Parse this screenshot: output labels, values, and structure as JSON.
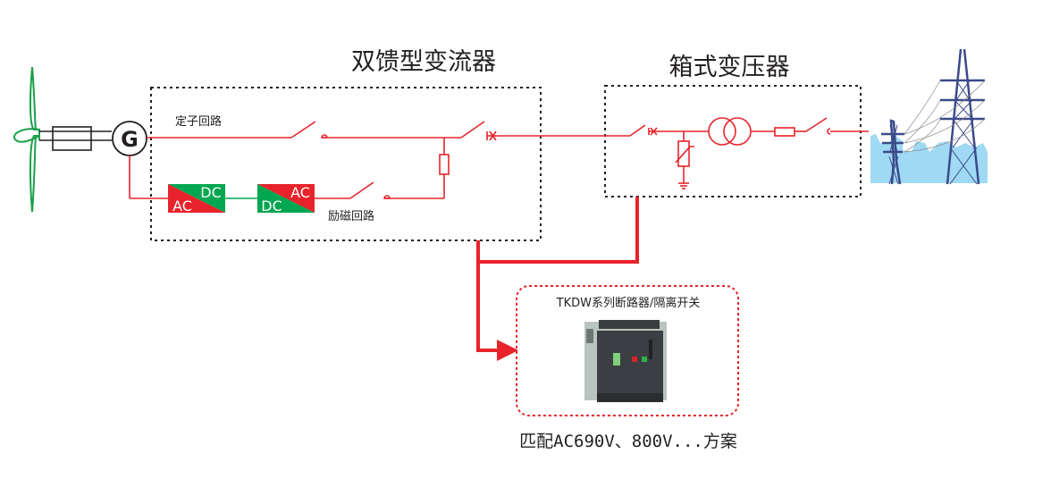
{
  "diagram": {
    "converter_title": "双馈型变流器",
    "transformer_title": "箱式变压器",
    "stator_circuit_label": "定子回路",
    "excitation_circuit_label": "励磁回路",
    "generator_label": "G",
    "converter1": {
      "top_right": "DC",
      "bottom_left": "AC"
    },
    "converter2": {
      "top_right": "AC",
      "bottom_left": "DC"
    },
    "product_box_title": "TKDW系列断路器/隔离开关",
    "caption": "匹配AC690V、800V...方案",
    "colors": {
      "line_red": "#e8232b",
      "converter_green": "#00a650",
      "turbine_green": "#1aa04a",
      "sky_blue": "#9fd9f3",
      "tower_navy": "#3b4a8a",
      "dotted_box": "#231f20"
    }
  }
}
